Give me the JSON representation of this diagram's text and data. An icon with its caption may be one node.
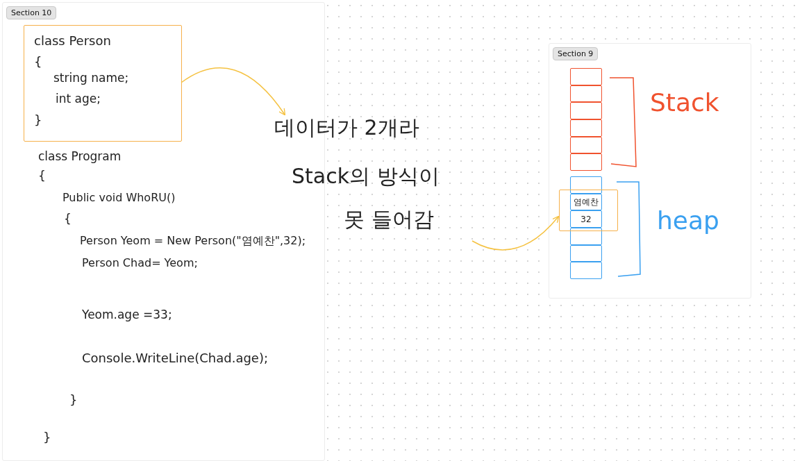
{
  "diagram": {
    "nodes": [
      {
        "text": [
          "Section 10"
        ]
      },
      {
        "text": [
          "class Person",
          "{",
          "string name;",
          "int age;",
          "}"
        ],
        "in": 0
      },
      {
        "text": [
          "데이터가 2개라",
          "Stack의 방식이",
          "못 들어감"
        ]
      },
      {
        "text": [
          "Section 9"
        ]
      },
      {
        "text": [],
        "shape": "box",
        "in": 3
      },
      {
        "text": [],
        "shape": "box",
        "in": 3
      },
      {
        "text": [],
        "shape": "box",
        "in": 3
      },
      {
        "text": [],
        "shape": "box",
        "in": 3
      },
      {
        "text": [],
        "shape": "box",
        "in": 3
      },
      {
        "text": [],
        "shape": "box",
        "in": 3
      },
      {
        "text": [],
        "shape": "box",
        "in": 3
      },
      {
        "text": [],
        "shape": "box",
        "in": 3
      },
      {
        "text": [
          "염예찬"
        ],
        "in": 11
      },
      {
        "text": [
          "32"
        ],
        "in": 11
      },
      {
        "text": [],
        "shape": "box",
        "in": 3
      },
      {
        "text": [],
        "shape": "box",
        "in": 3
      },
      {
        "text": [],
        "shape": "box",
        "in": 3
      }
    ],
    "edges": [
      {
        "from": 1,
        "to": 2,
        "arrow": "to"
      },
      {
        "from": 2,
        "to": 11,
        "arrow": "to"
      }
    ],
    "labels": [
      "class Program",
      "{",
      "Public void WhoRU()",
      "{",
      "Person Yeom = New Person(\"염예찬\",32);",
      "Person Chad= Yeom;",
      "Yeom.age =33;",
      "Console.WriteLine(Chad.age);",
      "}",
      "}",
      "Stack",
      "heap"
    ]
  }
}
